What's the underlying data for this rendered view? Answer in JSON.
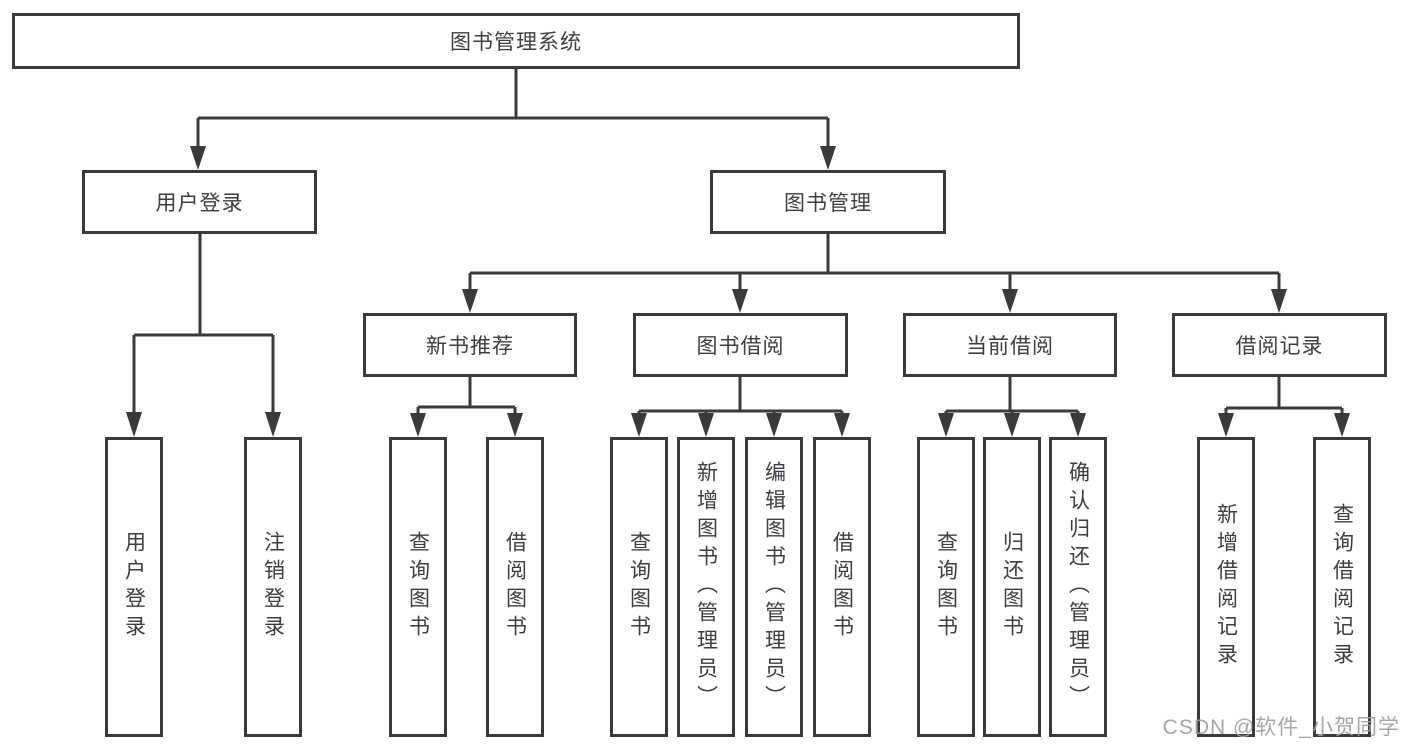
{
  "diagram": {
    "root": {
      "label": "图书管理系统",
      "children": [
        {
          "label": "用户登录",
          "children": [
            {
              "label": "用户登录"
            },
            {
              "label": "注销登录"
            }
          ]
        },
        {
          "label": "图书管理",
          "children": [
            {
              "label": "新书推荐",
              "children": [
                {
                  "label": "查询图书"
                },
                {
                  "label": "借阅图书"
                }
              ]
            },
            {
              "label": "图书借阅",
              "children": [
                {
                  "label": "查询图书"
                },
                {
                  "label": "新增图书（管理员）"
                },
                {
                  "label": "编辑图书（管理员）"
                },
                {
                  "label": "借阅图书"
                }
              ]
            },
            {
              "label": "当前借阅",
              "children": [
                {
                  "label": "查询图书"
                },
                {
                  "label": "归还图书"
                },
                {
                  "label": "确认归还（管理员）"
                }
              ]
            },
            {
              "label": "借阅记录",
              "children": [
                {
                  "label": "新增借阅记录"
                },
                {
                  "label": "查询借阅记录"
                }
              ]
            }
          ]
        }
      ]
    }
  },
  "watermark": {
    "text": "CSDN @软件_小贺同学"
  },
  "colors": {
    "line": "#3a3a3a",
    "box_border": "#3a3a3a",
    "text": "#3d3d42",
    "watermark": "#9e9e9e",
    "background": "#ffffff"
  }
}
